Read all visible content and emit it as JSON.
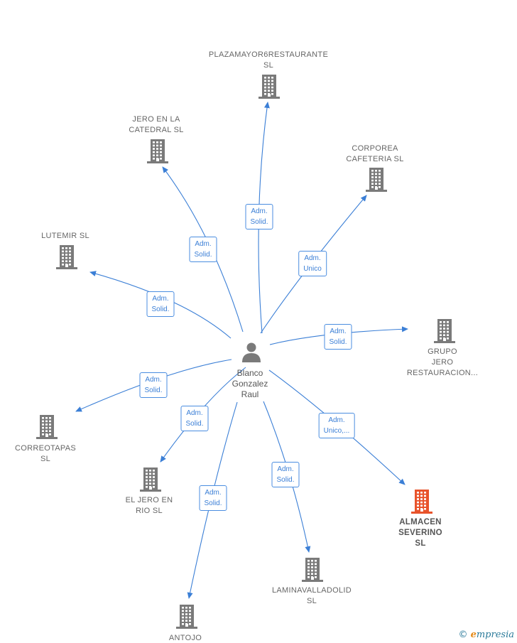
{
  "colors": {
    "edge": "#3b7fd6",
    "building": "#7a7a7a",
    "building_highlight": "#e8532b",
    "person": "#7a7a7a"
  },
  "center": {
    "name_lines": [
      "Blanco",
      "Gonzalez",
      "Raul"
    ]
  },
  "nodes": [
    {
      "id": "plazamayor",
      "lines": [
        "PLAZAMAYOR6RESTAURANTE",
        "SL"
      ],
      "role": "Adm.|Solid.",
      "highlight": false
    },
    {
      "id": "jero-catedral",
      "lines": [
        "JERO EN LA",
        "CATEDRAL  SL"
      ],
      "role": "Adm.|Solid.",
      "highlight": false
    },
    {
      "id": "corporea",
      "lines": [
        "CORPOREA",
        "CAFETERIA  SL"
      ],
      "role": "Adm.|Unico",
      "highlight": false
    },
    {
      "id": "lutemir",
      "lines": [
        "LUTEMIR  SL"
      ],
      "role": "Adm.|Solid.",
      "highlight": false
    },
    {
      "id": "grupo-jero",
      "lines": [
        "GRUPO",
        "JERO",
        "RESTAURACION..."
      ],
      "role": "Adm.|Solid.",
      "highlight": false
    },
    {
      "id": "correotapas",
      "lines": [
        "CORREOTAPAS",
        "SL"
      ],
      "role": "Adm.|Solid.",
      "highlight": false
    },
    {
      "id": "jero-rio",
      "lines": [
        "EL JERO EN",
        "RIO  SL"
      ],
      "role": "Adm.|Solid.",
      "highlight": false
    },
    {
      "id": "almacen",
      "lines": [
        "ALMACEN",
        "SEVERINO",
        "SL"
      ],
      "role": "Adm.|Unico,...",
      "highlight": true
    },
    {
      "id": "laminavalladolid",
      "lines": [
        "LAMINAVALLADOLID",
        "SL"
      ],
      "role": "Adm.|Solid.",
      "highlight": false
    },
    {
      "id": "antojo",
      "lines": [
        "ANTOJO"
      ],
      "role": "Adm.|Solid.",
      "highlight": false
    }
  ],
  "logo": {
    "copyright": "©",
    "brand_initial": "e",
    "brand_rest": "mpresia"
  }
}
